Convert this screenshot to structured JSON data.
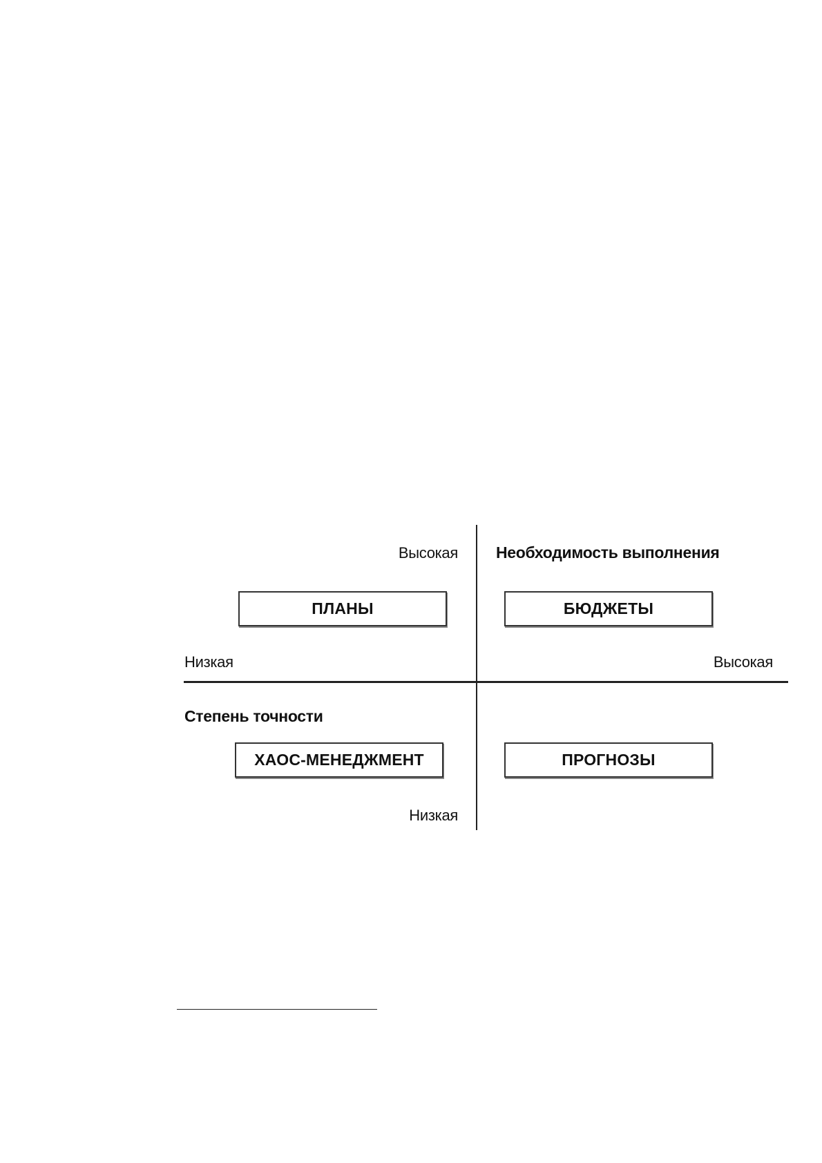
{
  "diagram": {
    "vertical_axis": {
      "title": "Необходимость выполнения",
      "high_label": "Высокая",
      "low_label": "Низкая"
    },
    "horizontal_axis": {
      "title": "Степень точности",
      "low_label": "Низкая",
      "high_label": "Высокая"
    },
    "quadrants": {
      "top_left": "ПЛАНЫ",
      "top_right": "БЮДЖЕТЫ",
      "bottom_left": "ХАОС-МЕНЕДЖМЕНТ",
      "bottom_right": "ПРОГНОЗЫ"
    }
  }
}
